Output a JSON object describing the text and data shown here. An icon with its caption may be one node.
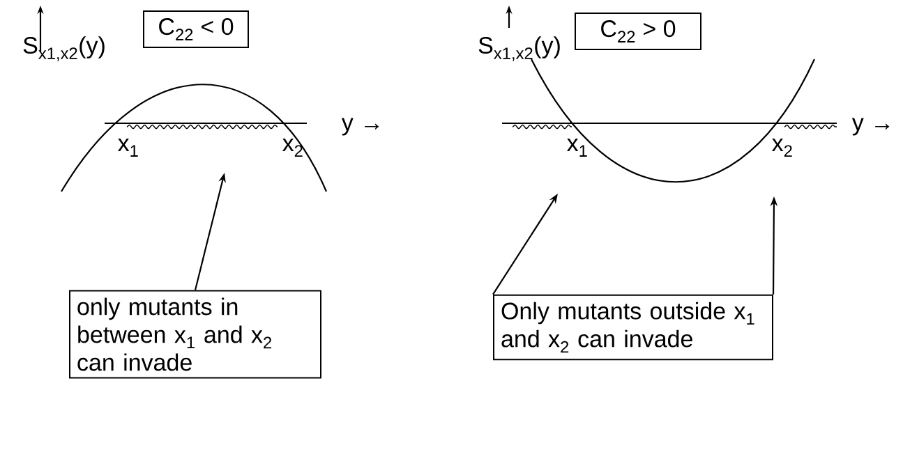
{
  "diagram": {
    "nodes": [
      {
        "text": [
          "C$_{22}$ < 0"
        ]
      },
      {
        "text": [
          "only mutants in between x$_{1}$ and x$_{2}$ can invade"
        ]
      },
      {
        "text": [
          "C$_{22}$ > 0"
        ]
      },
      {
        "text": [
          "Only mutants outside x$_{1}$ and x$_{2}$ can invade"
        ]
      }
    ],
    "edges": [
      {
        "from": 1,
        "to": null,
        "arrow": "to"
      },
      {
        "from": 3,
        "to": null,
        "arrow": "to"
      },
      {
        "from": 3,
        "to": null,
        "arrow": "to"
      }
    ],
    "labels": [
      "S$_{x1,x2}$(y)",
      "x$_{1}$",
      "x$_{2}$",
      "y →",
      "S$_{x1,x2}$(y)",
      "x$_{1}$",
      "x$_{2}$",
      "y →"
    ]
  }
}
